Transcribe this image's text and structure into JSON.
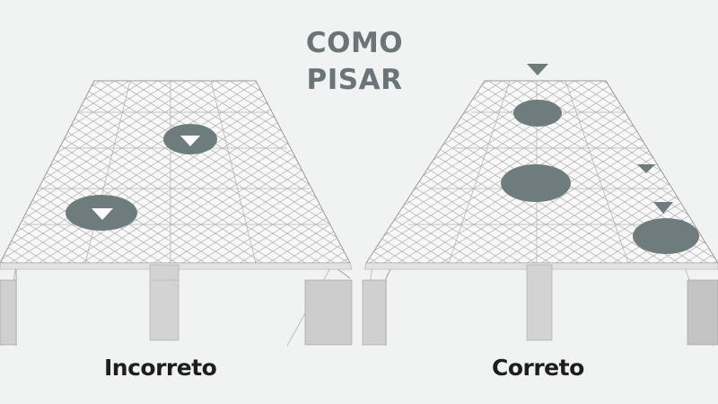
{
  "title": {
    "line1": "COMO",
    "line2": "PISAR"
  },
  "panels": [
    {
      "label": "Incorreto"
    },
    {
      "label": "Correto"
    }
  ],
  "colors": {
    "background": "#f1f2f2",
    "title_text": "#6b7477",
    "label_text": "#1e1e1e",
    "footprint": "#6f7c7e",
    "mesh": "#9a9a9a",
    "surface": "#f7f7f7",
    "post_light": "#d0d0d0",
    "post_dark": "#bfbfbf"
  },
  "icons": [
    "down-triangle-icon",
    "footprint-oval"
  ]
}
